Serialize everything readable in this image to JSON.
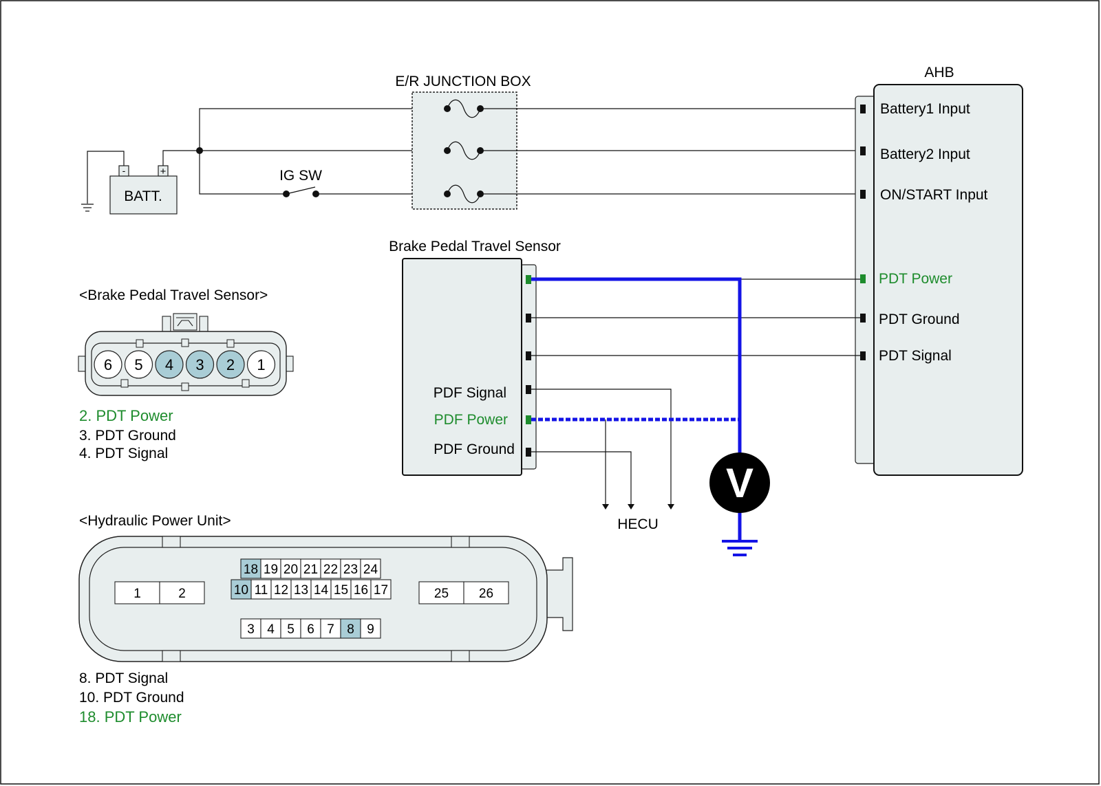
{
  "colors": {
    "box_fill": "#e8eeee",
    "highlight_fill": "#a9cdd6",
    "measure_wire": "#1414e6",
    "power_text": "#1e8c2d",
    "line": "#111111"
  },
  "battery": {
    "label": "BATT.",
    "minus": "-",
    "plus": "+"
  },
  "junction_box": {
    "title": "E/R JUNCTION BOX"
  },
  "ig_switch": {
    "label": "IG SW"
  },
  "ahb": {
    "title": "AHB",
    "pins": [
      "Battery1 Input",
      "Battery2 Input",
      "ON/START Input",
      "PDT Power",
      "PDT Ground",
      "PDT Signal"
    ]
  },
  "bpts": {
    "title": "Brake Pedal Travel Sensor",
    "labels": [
      "PDF Signal",
      "PDF Power",
      "PDF Ground"
    ]
  },
  "hecu": {
    "label": "HECU"
  },
  "voltmeter": {
    "symbol": "V",
    "icon": "voltmeter-icon"
  },
  "sensor_connector": {
    "title": "<Brake Pedal Travel Sensor>",
    "pins": [
      {
        "num": "6",
        "highlight": false
      },
      {
        "num": "5",
        "highlight": false
      },
      {
        "num": "4",
        "highlight": true
      },
      {
        "num": "3",
        "highlight": true
      },
      {
        "num": "2",
        "highlight": true
      },
      {
        "num": "1",
        "highlight": false
      }
    ],
    "legend": [
      {
        "text": "2. PDT Power",
        "power": true
      },
      {
        "text": "3. PDT Ground",
        "power": false
      },
      {
        "text": "4. PDT Signal",
        "power": false
      }
    ]
  },
  "hpu_connector": {
    "title": "<Hydraulic Power Unit>",
    "left_block": [
      "1",
      "2"
    ],
    "right_block": [
      "25",
      "26"
    ],
    "row_top": [
      "18",
      "19",
      "20",
      "21",
      "22",
      "23",
      "24"
    ],
    "row_mid": [
      "10",
      "11",
      "12",
      "13",
      "14",
      "15",
      "16",
      "17"
    ],
    "row_bottom": [
      "3",
      "4",
      "5",
      "6",
      "7",
      "8",
      "9"
    ],
    "highlighted": [
      "18",
      "10",
      "8"
    ],
    "legend": [
      {
        "text": "8. PDT Signal",
        "power": false
      },
      {
        "text": "10. PDT Ground",
        "power": false
      },
      {
        "text": "18. PDT Power",
        "power": true
      }
    ]
  }
}
